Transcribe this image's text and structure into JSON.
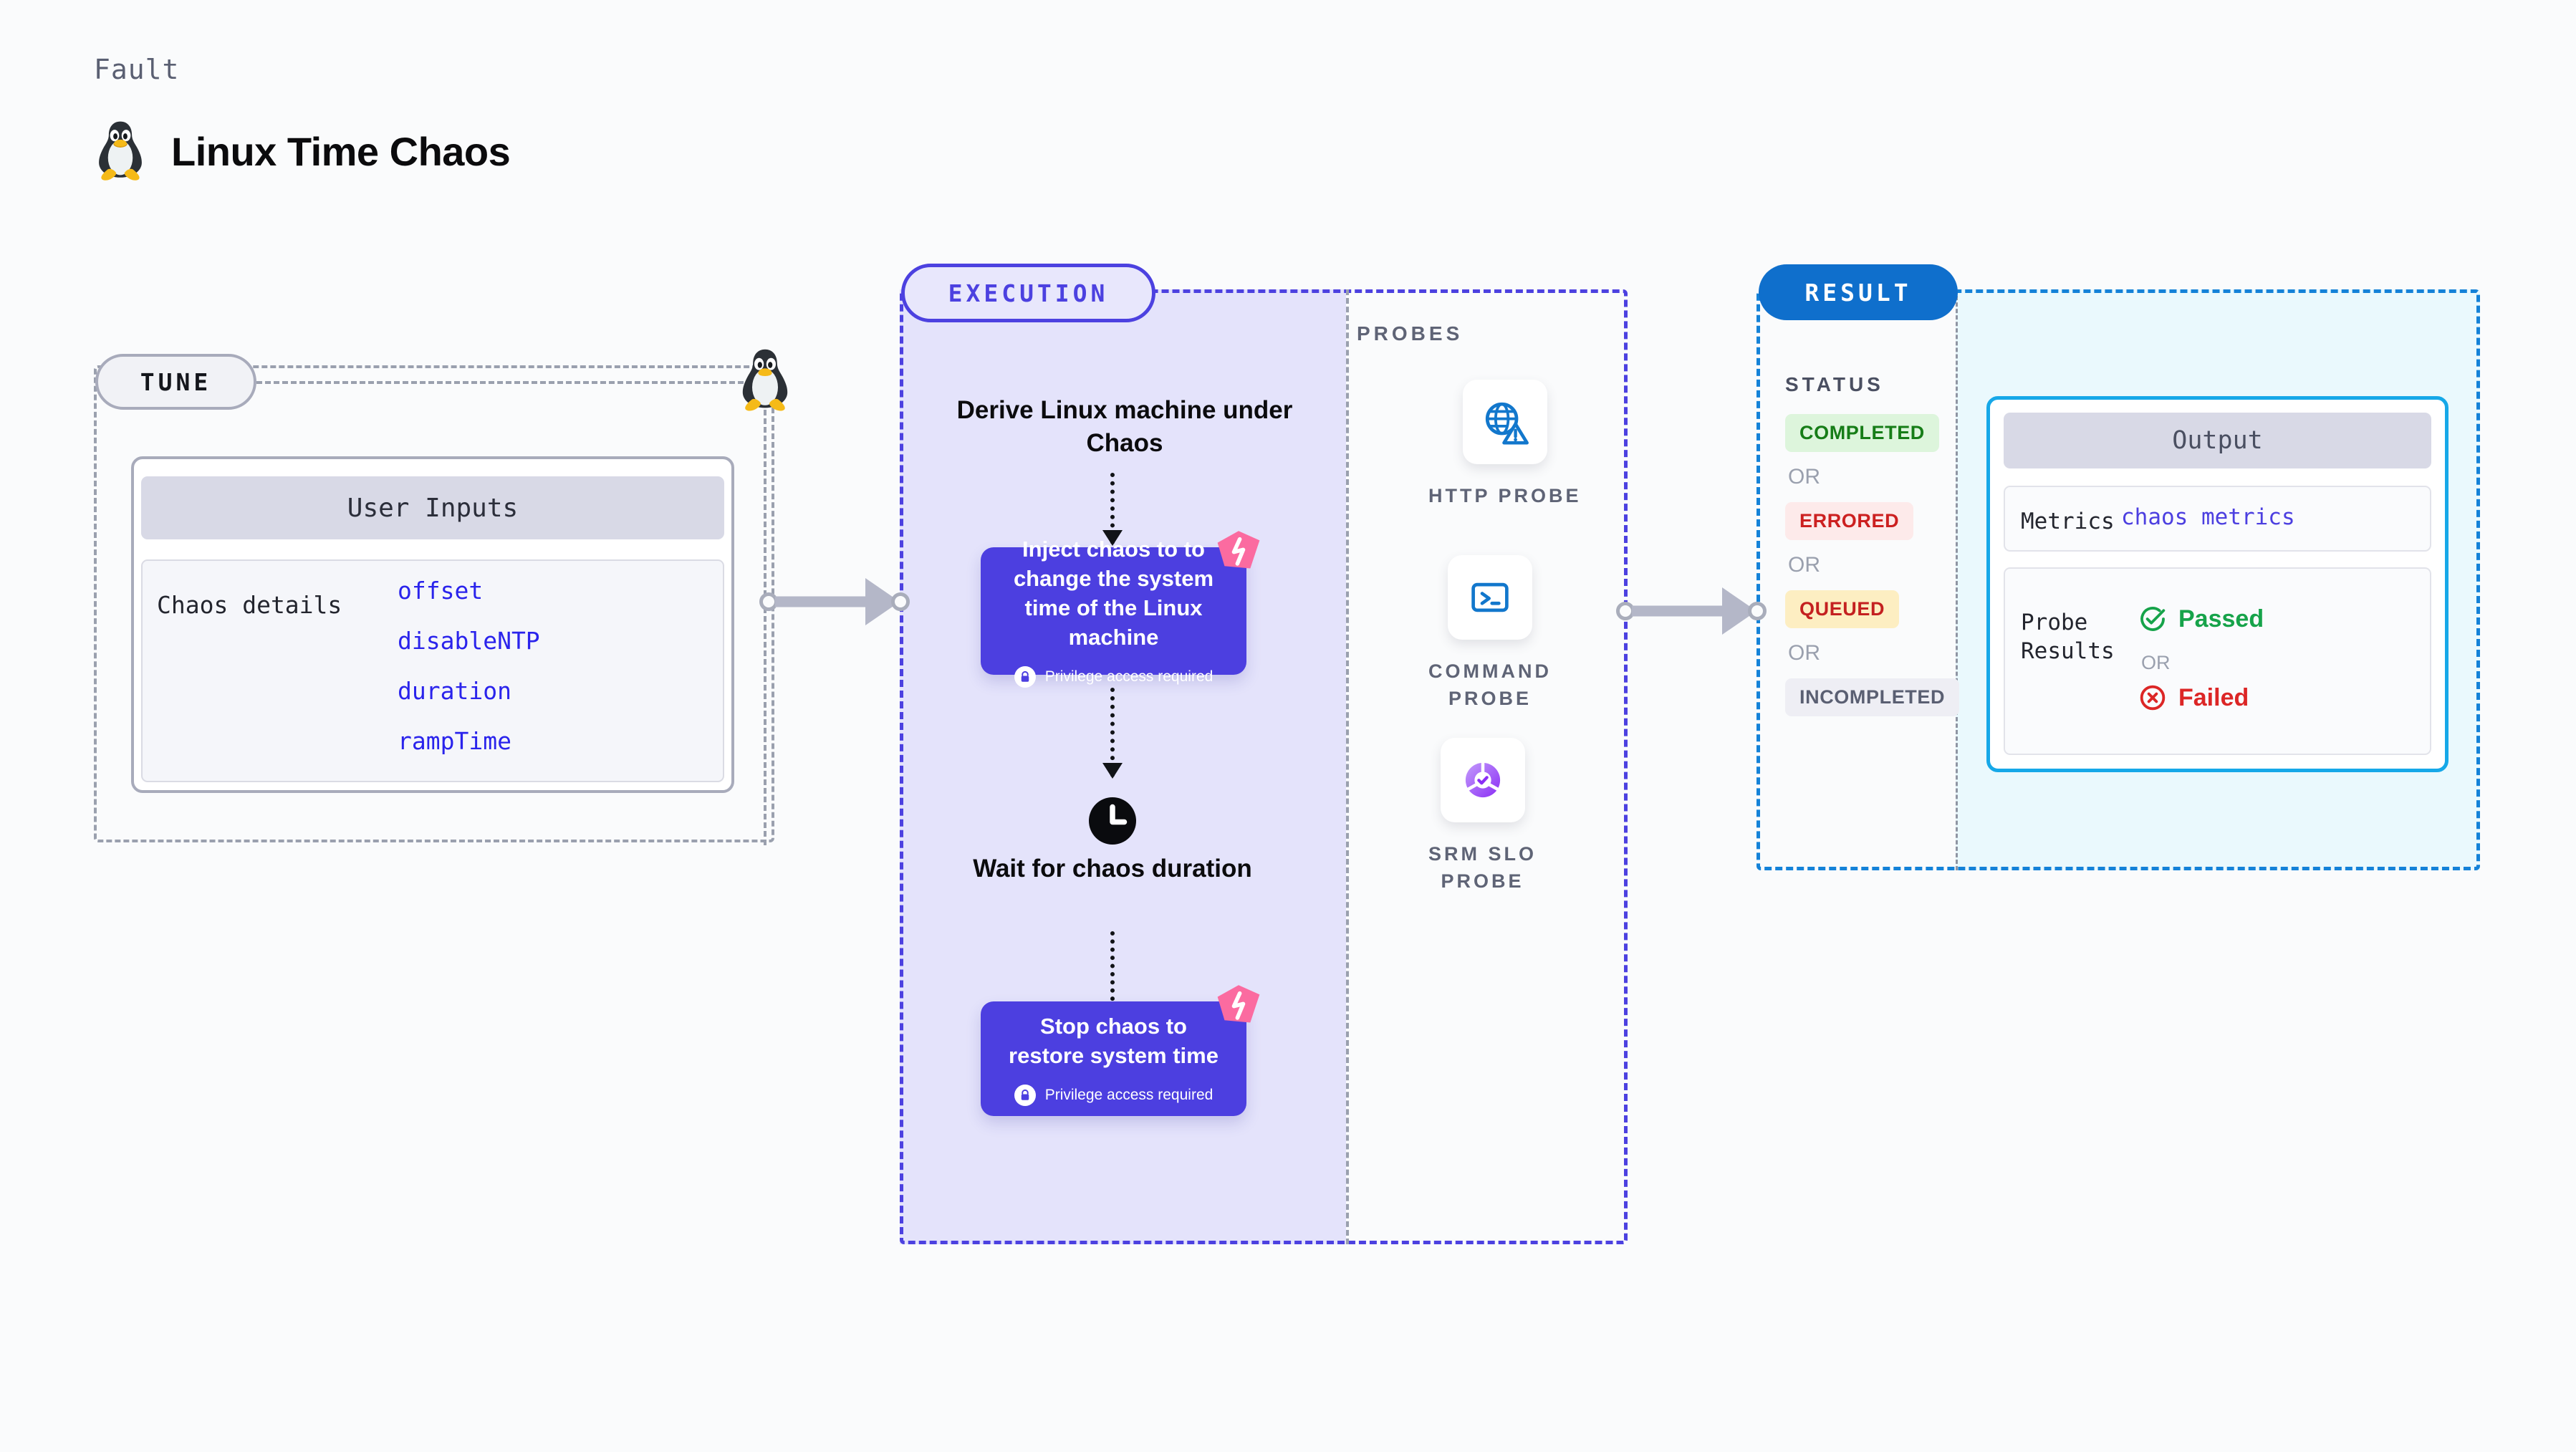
{
  "header": {
    "breadcrumb": "Fault",
    "title": "Linux Time Chaos",
    "icon": "linux-tux-icon"
  },
  "tune": {
    "pill_label": "TUNE",
    "card_title": "User Inputs",
    "details_label": "Chaos details",
    "parameters": [
      "offset",
      "disableNTP",
      "duration",
      "rampTime"
    ]
  },
  "execution": {
    "pill_label": "EXECUTION",
    "step1_title": "Derive Linux machine under Chaos",
    "inject_card": {
      "text": "Inject chaos to to change the system time of the Linux machine",
      "privilege_note": "Privilege access required"
    },
    "wait_step": {
      "title": "Wait for chaos duration",
      "icon": "clock-icon"
    },
    "stop_card": {
      "text": "Stop chaos to restore system time",
      "privilege_note": "Privilege access required"
    }
  },
  "probes": {
    "section_label": "PROBES",
    "items": [
      {
        "label": "HTTP PROBE",
        "icon": "globe-warning-icon"
      },
      {
        "label": "COMMAND\nPROBE",
        "icon": "terminal-icon"
      },
      {
        "label": "SRM SLO\nPROBE",
        "icon": "slo-donut-check-icon"
      }
    ]
  },
  "result": {
    "pill_label": "RESULT",
    "status_label": "STATUS",
    "or_text": "OR",
    "statuses": [
      {
        "label": "COMPLETED",
        "bg": "#ddf5dc",
        "fg": "#167d17"
      },
      {
        "label": "ERRORED",
        "bg": "#fdeaea",
        "fg": "#cc2020"
      },
      {
        "label": "QUEUED",
        "bg": "#fdeec2",
        "fg": "#c42020"
      },
      {
        "label": "INCOMPLETED",
        "bg": "#eeeef4",
        "fg": "#5a5f72"
      }
    ],
    "output": {
      "title": "Output",
      "metrics_key": "Metrics",
      "metrics_value": "chaos metrics",
      "probe_key": "Probe\nResults",
      "passed_label": "Passed",
      "failed_label": "Failed",
      "or_text": "OR",
      "passed_icon": "check-circle-icon",
      "failed_icon": "cross-circle-icon"
    }
  },
  "colors": {
    "accent_purple": "#4c3fe0",
    "accent_blue": "#0f6fcc",
    "output_border": "#16a8e8",
    "param_text": "#2a23ec",
    "harness_pink": "#ff6b9d",
    "passed_green": "#16a34a",
    "failed_red": "#dc2626"
  }
}
